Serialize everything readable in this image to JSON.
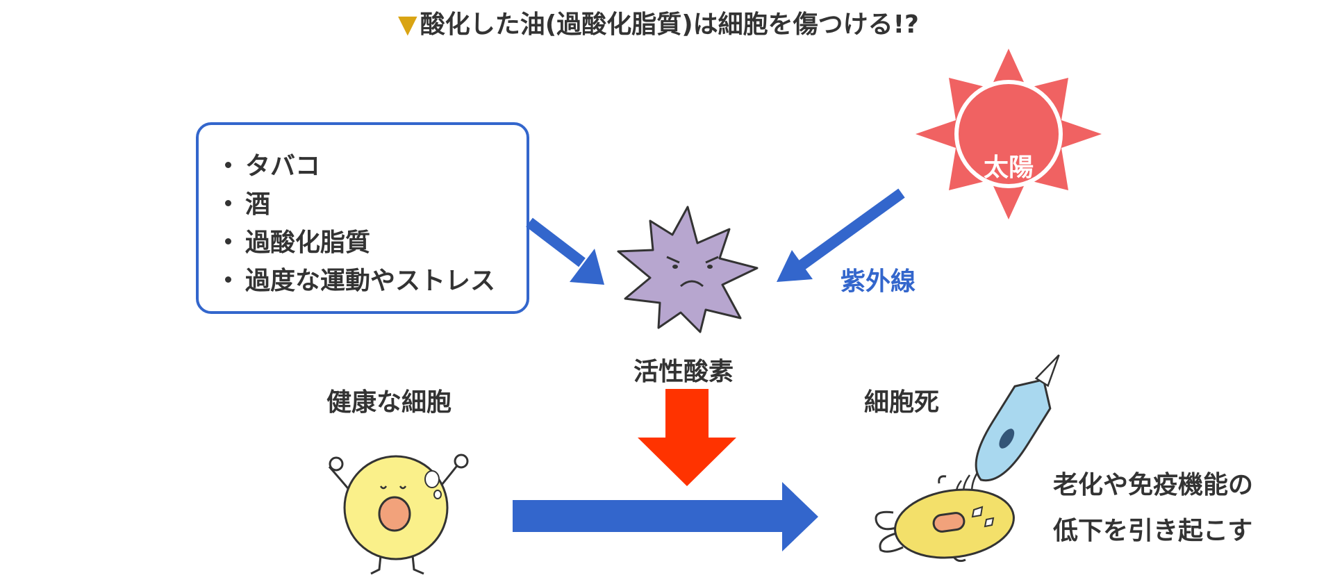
{
  "title": {
    "marker": "▼",
    "text": "酸化した油(過酸化脂質)は細胞を傷つける!?"
  },
  "factors": {
    "items": [
      "タバコ",
      "酒",
      "過酸化脂質",
      "過度な運動やストレス"
    ]
  },
  "sun": {
    "label": "太陽"
  },
  "uv_label": "紫外線",
  "active_oxygen_label": "活性酸素",
  "healthy_cell_label": "健康な細胞",
  "cell_death_label": "細胞死",
  "result": {
    "line1": "老化や免疫機能の",
    "line2": "低下を引き起こす"
  },
  "colors": {
    "accent_blue": "#3366cc",
    "arrow_red": "#ff3300",
    "sun_red": "#f06262",
    "oxygen_purple": "#b7a6cf",
    "cell_yellow": "#faf08a",
    "title_marker": "#d9a413"
  }
}
